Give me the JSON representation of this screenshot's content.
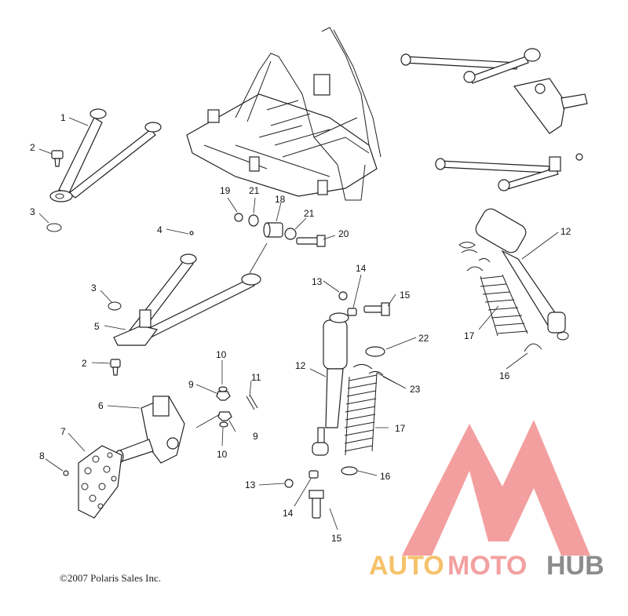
{
  "copyright": "©2007 Polaris Sales Inc.",
  "logo": {
    "word_1": "AUTO",
    "word_2": "MOTO",
    "word_3": "HUB",
    "colors": {
      "auto": "#f5c26b",
      "moto": "#f3a0a0",
      "hub": "#8c8c8c",
      "mark": "#f08080"
    }
  },
  "callouts": {
    "c1": "1",
    "c2a": "2",
    "c3a": "3",
    "c4": "4",
    "c3b": "3",
    "c5": "5",
    "c2b": "2",
    "c6": "6",
    "c7": "7",
    "c8": "8",
    "c10a": "10",
    "c9a": "9",
    "c11": "11",
    "c9b": "9",
    "c10b": "10",
    "c19": "19",
    "c21a": "21",
    "c18": "18",
    "c21b": "21",
    "c20": "20",
    "c13a": "13",
    "c14a": "14",
    "c15a": "15",
    "c22": "22",
    "c12a": "12",
    "c23": "23",
    "c17a": "17",
    "c16a": "16",
    "c13b": "13",
    "c14b": "14",
    "c15b": "15",
    "c12b": "12",
    "c17b": "17",
    "c16b": "16"
  }
}
